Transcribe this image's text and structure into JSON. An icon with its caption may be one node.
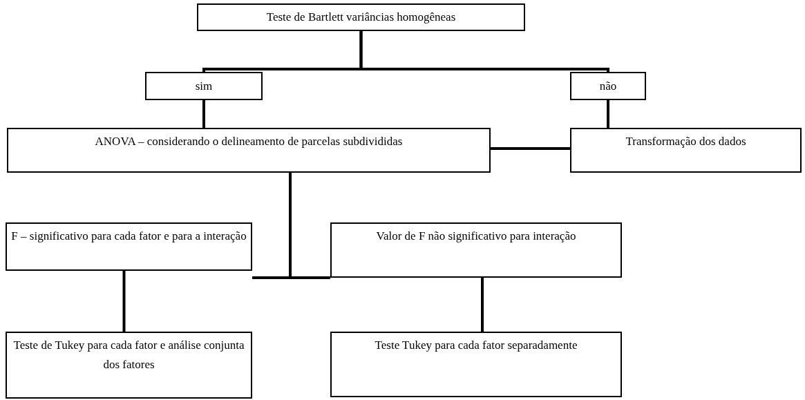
{
  "diagram": {
    "nodes": [
      {
        "text": [
          "Teste de Bartlett variâncias homogêneas"
        ]
      },
      {
        "text": [
          "sim"
        ]
      },
      {
        "text": [
          "não"
        ]
      },
      {
        "text": [
          "ANOVA – considerando o delineamento de parcelas subdivididas"
        ]
      },
      {
        "text": [
          "Transformação dos dados"
        ]
      },
      {
        "text": [
          "F – significativo para cada fator e para a interação"
        ]
      },
      {
        "text": [
          "Valor de F não significativo para interação"
        ]
      },
      {
        "text": [
          "Teste de Tukey para cada fator e análise conjunta dos fatores"
        ]
      },
      {
        "text": [
          "Teste Tukey para cada fator separadamente"
        ]
      }
    ],
    "edges": [
      {
        "from": 0,
        "to": 1,
        "arrow": "none"
      },
      {
        "from": 0,
        "to": 2,
        "arrow": "none"
      },
      {
        "from": 1,
        "to": 3,
        "arrow": "none"
      },
      {
        "from": 2,
        "to": 4,
        "arrow": "none"
      },
      {
        "from": 4,
        "to": 3,
        "arrow": "none"
      },
      {
        "from": 3,
        "to": 5,
        "arrow": "none"
      },
      {
        "from": 3,
        "to": 6,
        "arrow": "none"
      },
      {
        "from": 5,
        "to": 7,
        "arrow": "none"
      },
      {
        "from": 6,
        "to": 8,
        "arrow": "none"
      }
    ]
  }
}
